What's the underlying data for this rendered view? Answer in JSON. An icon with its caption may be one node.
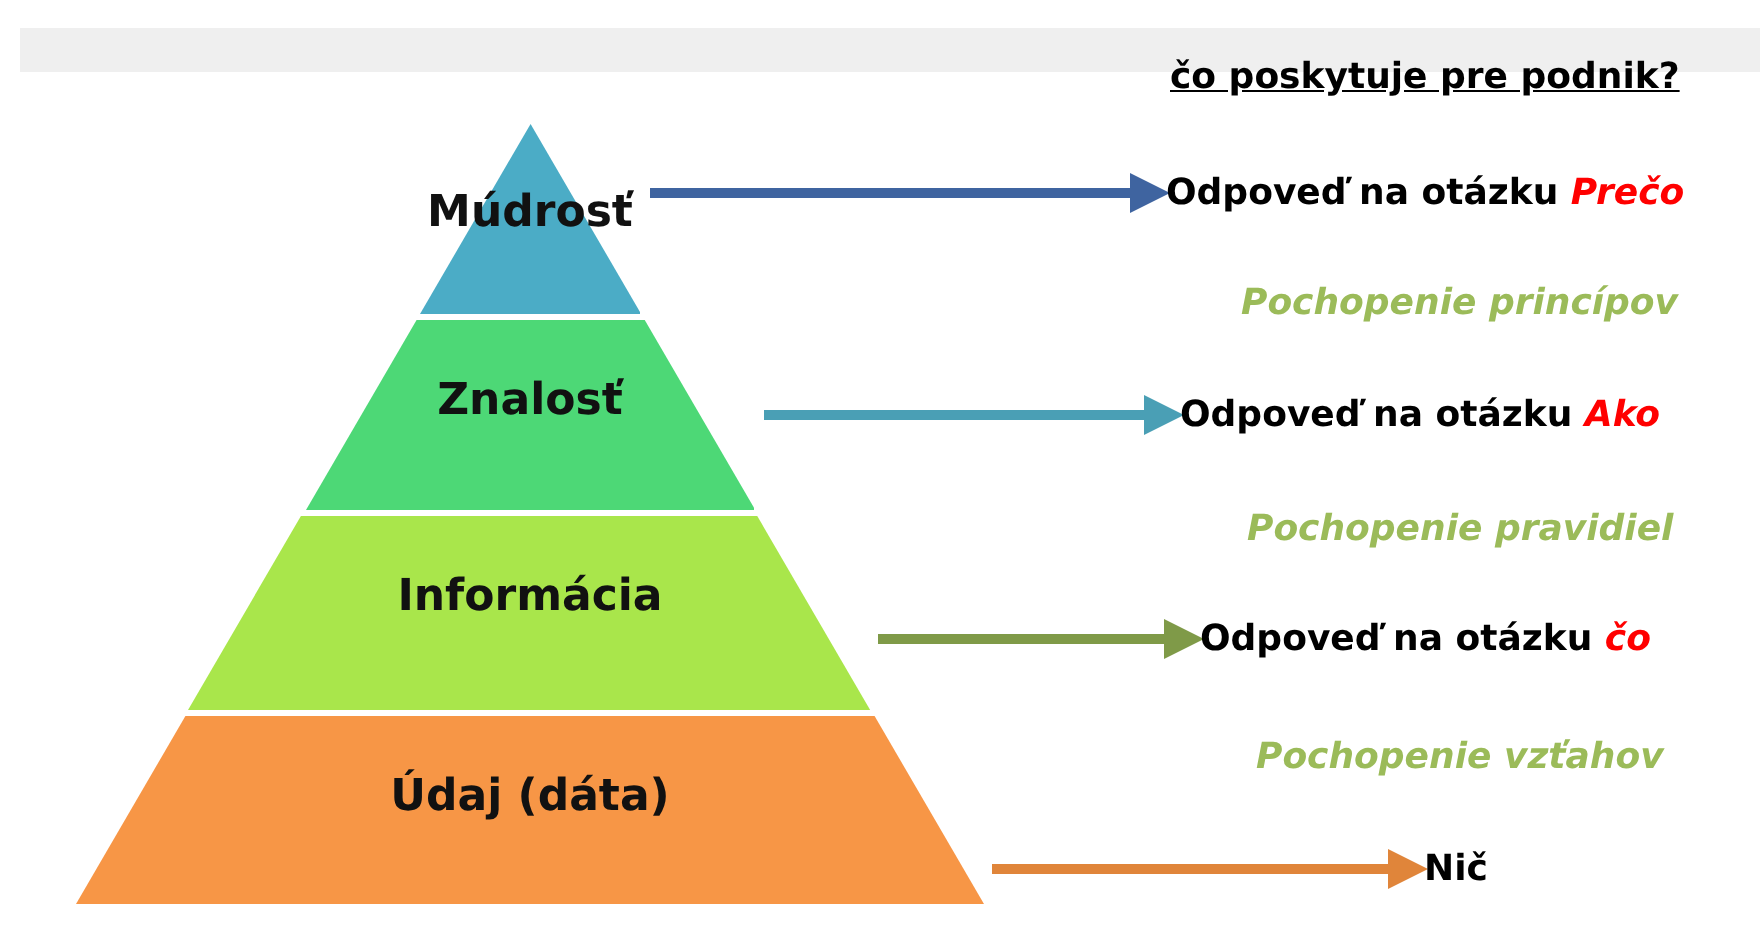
{
  "diagram": {
    "title": "čo poskytuje pre podnik?",
    "nodes": [
      {
        "text": [
          "Múdrosť"
        ]
      },
      {
        "text": [
          "Znalosť"
        ]
      },
      {
        "text": [
          "Informácia"
        ]
      },
      {
        "text": [
          "Údaj (dáta)"
        ]
      },
      {
        "text": [
          "Odpoveď na otázku *Prečo*"
        ]
      },
      {
        "text": [
          "Odpoveď na otázku *Ako*"
        ]
      },
      {
        "text": [
          "Odpoveď na otázku *čo*"
        ]
      },
      {
        "text": [
          "Nič"
        ]
      }
    ],
    "edges": [
      {
        "from": 0,
        "to": 4,
        "arrow": "to",
        "color": "#3f64a0"
      },
      {
        "from": 1,
        "to": 5,
        "arrow": "to",
        "color": "#4a9fb5"
      },
      {
        "from": 2,
        "to": 6,
        "arrow": "to",
        "color": "#7f9a48"
      },
      {
        "from": 3,
        "to": 7,
        "arrow": "to",
        "color": "#e0853a"
      }
    ],
    "labels": [
      "Pochopenie princípov",
      "Pochopenie pravidiel",
      "Pochopenie vzťahov"
    ]
  }
}
